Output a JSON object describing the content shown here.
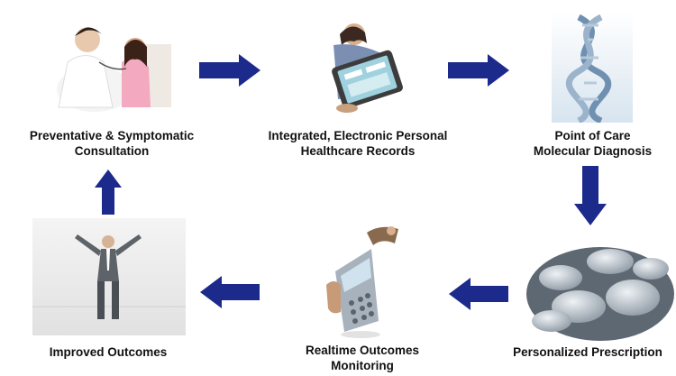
{
  "diagram": {
    "steps": [
      {
        "label_line1": "Preventative & Symptomatic",
        "label_line2": "Consultation",
        "icon": "doctor-consultation-photo"
      },
      {
        "label_line1": "Integrated, Electronic Personal",
        "label_line2": "Healthcare Records",
        "icon": "tablet-records-photo"
      },
      {
        "label_line1": "Point of Care",
        "label_line2": "Molecular Diagnosis",
        "icon": "dna-helix-photo"
      },
      {
        "label_line1": "Personalized Prescription",
        "label_line2": "",
        "icon": "pills-photo"
      },
      {
        "label_line1": "Realtime Outcomes",
        "label_line2": "Monitoring",
        "icon": "mobile-phone-photo"
      },
      {
        "label_line1": "Improved Outcomes",
        "label_line2": "",
        "icon": "celebrating-man-photo"
      }
    ],
    "arrow_color": "#1c2a8c"
  }
}
